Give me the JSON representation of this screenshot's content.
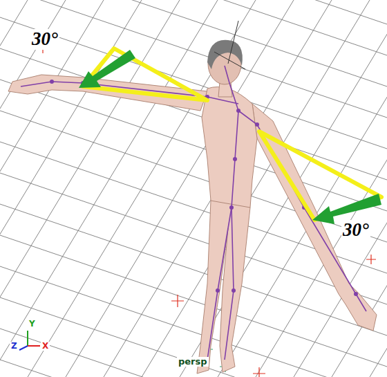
{
  "diagram": {
    "labels": [
      "30°",
      "30°",
      "Y",
      "Z",
      "X",
      "persp"
    ]
  }
}
